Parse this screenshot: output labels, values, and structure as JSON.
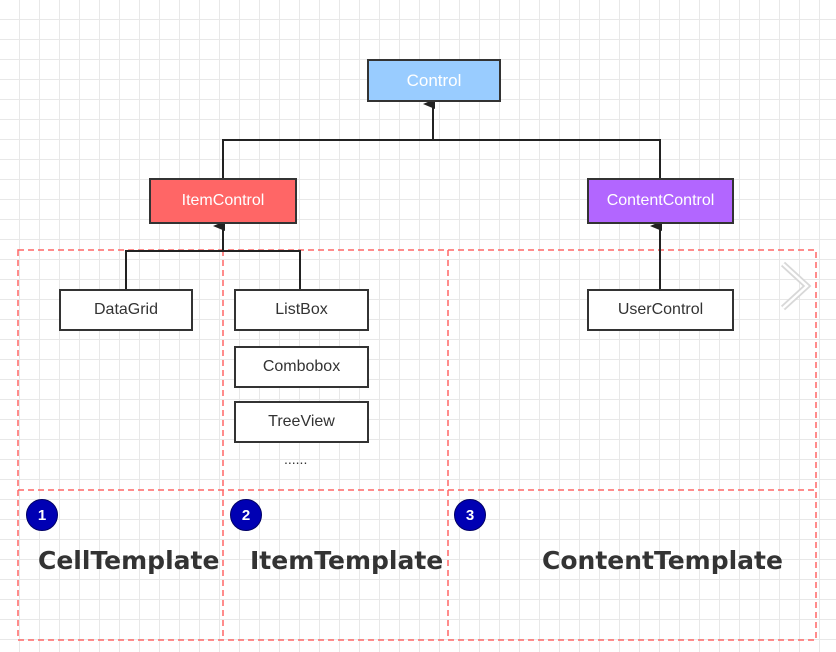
{
  "nodes": {
    "control": "Control",
    "item_control": "ItemControl",
    "content_control": "ContentControl",
    "datagrid": "DataGrid",
    "listbox": "ListBox",
    "combobox": "Combobox",
    "treeview": "TreeView",
    "usercontrol": "UserControl",
    "ellipsis": "......"
  },
  "regions": [
    {
      "number": "1",
      "label": "CellTemplate"
    },
    {
      "number": "2",
      "label": "ItemTemplate"
    },
    {
      "number": "3",
      "label": "ContentTemplate"
    }
  ],
  "colors": {
    "control": "#99ccff",
    "item_control": "#ff6666",
    "content_control": "#b266ff",
    "dashed_border": "#ff6666",
    "badge": "#0000b3"
  },
  "icons": {
    "next": "chevron-right-icon"
  }
}
